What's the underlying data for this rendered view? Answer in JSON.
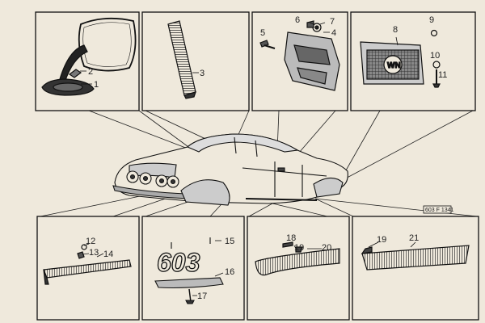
{
  "header_text": "",
  "drawing_code": "603 F 1341",
  "panels": {
    "mirror": {
      "callouts": [
        "1",
        "2"
      ]
    },
    "strip": {
      "callouts": [
        "3"
      ]
    },
    "handle": {
      "callouts": [
        "4",
        "5",
        "6",
        "7"
      ]
    },
    "plate": {
      "callouts": [
        "8",
        "9",
        "10",
        "11"
      ]
    },
    "sill": {
      "callouts": [
        "12",
        "13",
        "14"
      ]
    },
    "badge": {
      "callouts": [
        "15",
        "16",
        "17"
      ],
      "badge_text": "603"
    },
    "trim_front": {
      "callouts": [
        "18",
        "19",
        "20"
      ]
    },
    "trim_rear": {
      "callouts": [
        "19",
        "21"
      ]
    }
  },
  "colors": {
    "paper": "#efe9dc",
    "ink": "#1c1c1c",
    "shade": "#555555"
  }
}
